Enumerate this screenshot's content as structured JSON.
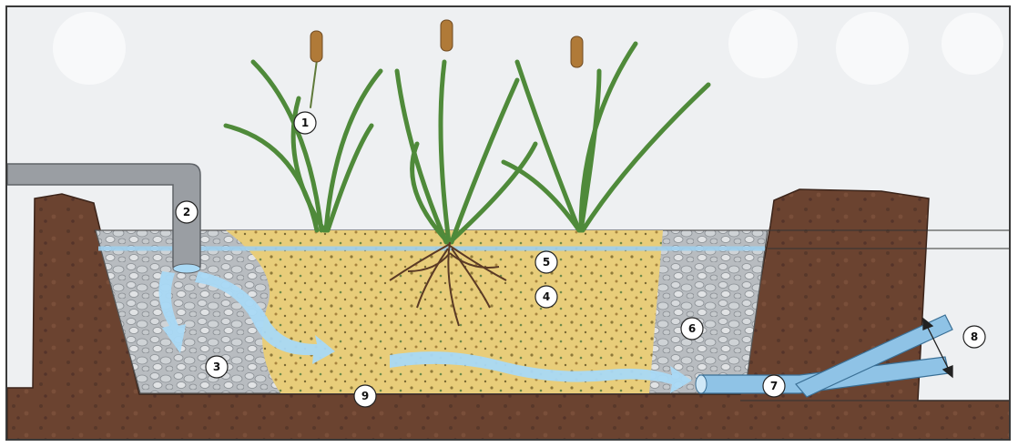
{
  "diagram": {
    "colors": {
      "background": "#eef0f2",
      "soil": "#6b4330",
      "soil_dark": "#4e2f22",
      "gravel": "#b8bcc0",
      "sand": "#e8cd7a",
      "water": "#9fd0ee",
      "water_flow": "#a9d9f5",
      "pipe": "#9a9ea3",
      "plant": "#4f8a3a",
      "cattail": "#b07a38",
      "roots": "#5a3a25"
    },
    "callouts": [
      {
        "label": "1"
      },
      {
        "label": "2"
      },
      {
        "label": "3"
      },
      {
        "label": "4"
      },
      {
        "label": "5"
      },
      {
        "label": "6"
      },
      {
        "label": "7"
      },
      {
        "label": "8"
      },
      {
        "label": "9"
      }
    ]
  }
}
